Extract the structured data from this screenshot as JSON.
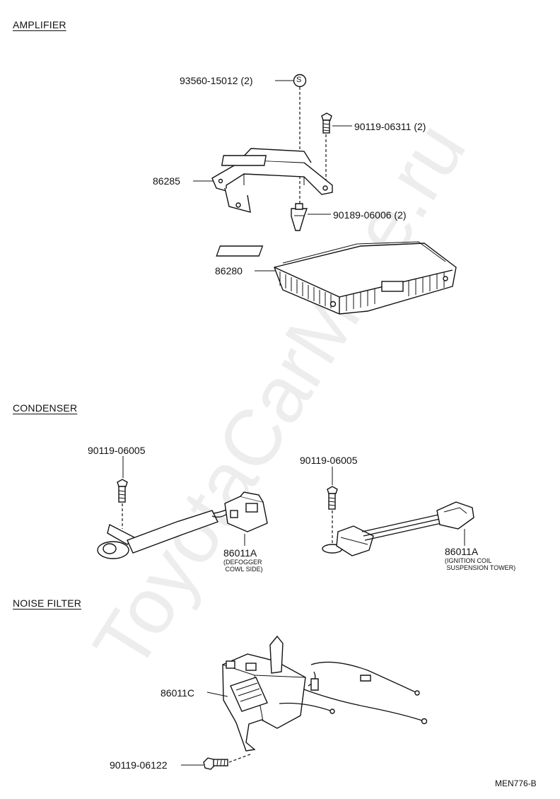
{
  "watermark": "ToyotaCarMine.ru",
  "sections": {
    "amplifier": "AMPLIFIER",
    "condenser": "CONDENSER",
    "noise_filter": "NOISE FILTER"
  },
  "parts": {
    "p93560": "93560-15012 (2)",
    "s_mark": "S",
    "p90119_06311": "90119-06311  (2)",
    "p86285": "86285",
    "p90189": "90189-06006 (2)",
    "p86280": "86280",
    "p90119_06005_a": "90119-06005",
    "p90119_06005_b": "90119-06005",
    "p86011A_a": "86011A",
    "note_a": "(DEFOGGER\n COWL SIDE)",
    "p86011A_b": "86011A",
    "note_b": "(IGNITION COIL\n SUSPENSION TOWER)",
    "p86011C": "86011C",
    "p90119_06122": "90119-06122"
  },
  "diagram_code": "MEN776-B"
}
